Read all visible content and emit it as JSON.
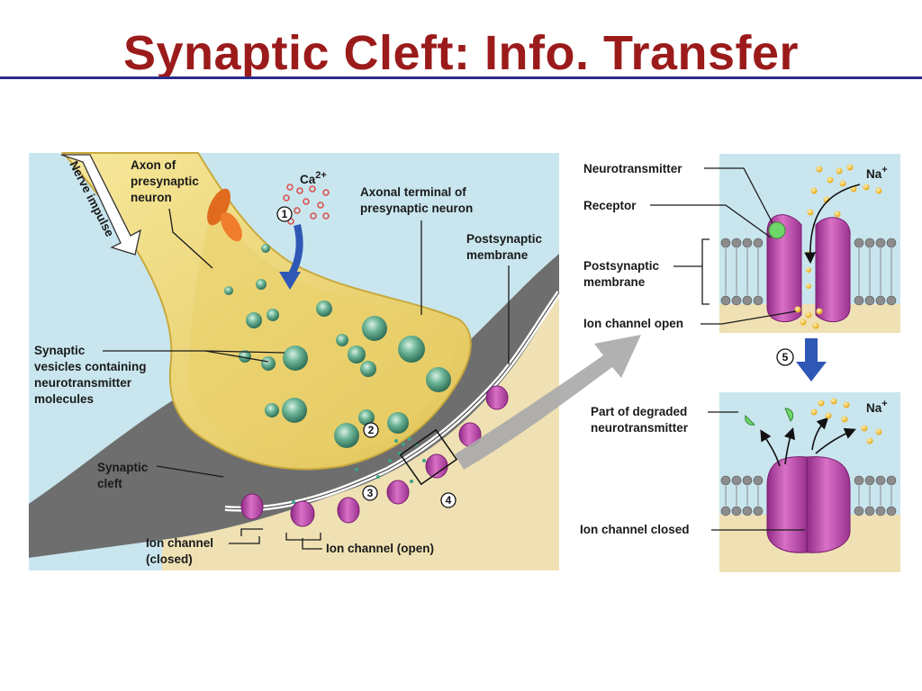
{
  "title": "Synaptic Cleft: Info. Transfer",
  "left_panel": {
    "nerve_impulse": "Nerve impulse",
    "axon_label": [
      "Axon of",
      "presynaptic",
      "neuron"
    ],
    "calcium": "Ca",
    "calcium_sup": "2+",
    "axonal_terminal": [
      "Axonal terminal of",
      "presynaptic neuron"
    ],
    "postsynaptic_membrane": [
      "Postsynaptic",
      "membrane"
    ],
    "vesicles_label": [
      "Synaptic",
      "vesicles containing",
      "neurotransmitter",
      "molecules"
    ],
    "synaptic_cleft": [
      "Synaptic",
      "cleft"
    ],
    "ion_channel_closed": [
      "Ion channel",
      "(closed)"
    ],
    "ion_channel_open": "Ion channel (open)",
    "steps": [
      "1",
      "2",
      "3",
      "4"
    ]
  },
  "right_top": {
    "neurotransmitter": "Neurotransmitter",
    "receptor": "Receptor",
    "postsynaptic_membrane": [
      "Postsynaptic",
      "membrane"
    ],
    "ion_channel_open": "Ion channel open",
    "sodium": "Na",
    "sodium_sup": "+"
  },
  "step5": "5",
  "right_bottom": {
    "degraded": [
      "Part of degraded",
      "neurotransmitter"
    ],
    "ion_channel_closed": "Ion channel closed",
    "sodium": "Na",
    "sodium_sup": "+"
  },
  "colors": {
    "title": "#9b1b1b",
    "title_rule": "#2b2b8a",
    "sky": "#c9e6ef",
    "cleft_gray": "#6e6e6e",
    "neuron_yellow": "#f0dc7a",
    "postsynaptic_tan": "#efe1b4",
    "vesicle_green": "#5ea58a",
    "channel_magenta": "#c44fb0",
    "arrow_blue": "#2f57b5",
    "calcium_red": "#d9534f",
    "sodium_yellow": "#f2b42a"
  }
}
